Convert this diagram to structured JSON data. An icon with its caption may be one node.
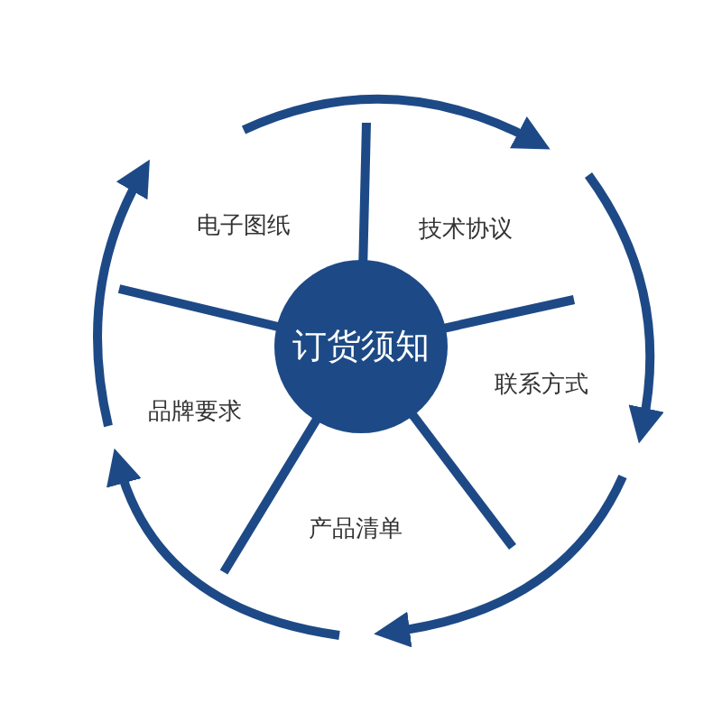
{
  "diagram": {
    "nodes": [
      {
        "text": [
          "订货须知"
        ]
      },
      {
        "text": [
          "电子图纸"
        ]
      },
      {
        "text": [
          "技术协议"
        ]
      },
      {
        "text": [
          "联系方式"
        ]
      },
      {
        "text": [
          "产品清单"
        ]
      },
      {
        "text": [
          "品牌要求"
        ]
      }
    ]
  }
}
